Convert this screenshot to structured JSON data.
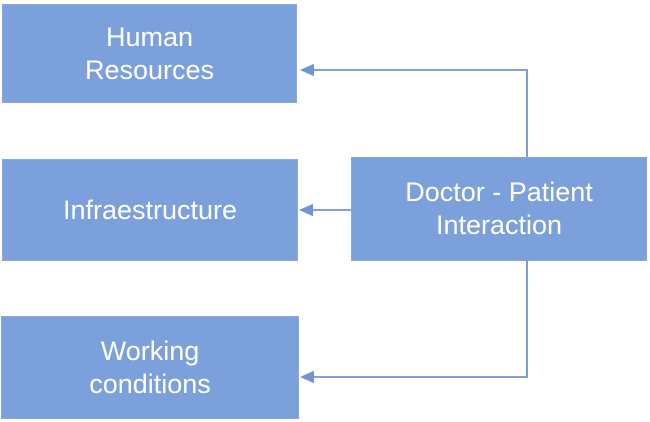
{
  "diagram": {
    "type": "flowchart",
    "nodes": [
      {
        "id": "human-resources",
        "label": "Human\nResources"
      },
      {
        "id": "infraestructure",
        "label": "Infraestructure"
      },
      {
        "id": "working-conditions",
        "label": "Working\nconditions"
      },
      {
        "id": "doctor-patient-interaction",
        "label": "Doctor - Patient\nInteraction"
      }
    ],
    "edges": [
      {
        "from": "doctor-patient-interaction",
        "to": "human-resources",
        "style": "elbow-arrow"
      },
      {
        "from": "doctor-patient-interaction",
        "to": "infraestructure",
        "style": "straight-arrow"
      },
      {
        "from": "doctor-patient-interaction",
        "to": "working-conditions",
        "style": "elbow-arrow"
      }
    ]
  },
  "colors": {
    "node_fill": "#7ca0dc",
    "node_border": "#89a7df",
    "connector": "#6f94d8",
    "text": "#ffffff",
    "background": "#ffffff"
  }
}
